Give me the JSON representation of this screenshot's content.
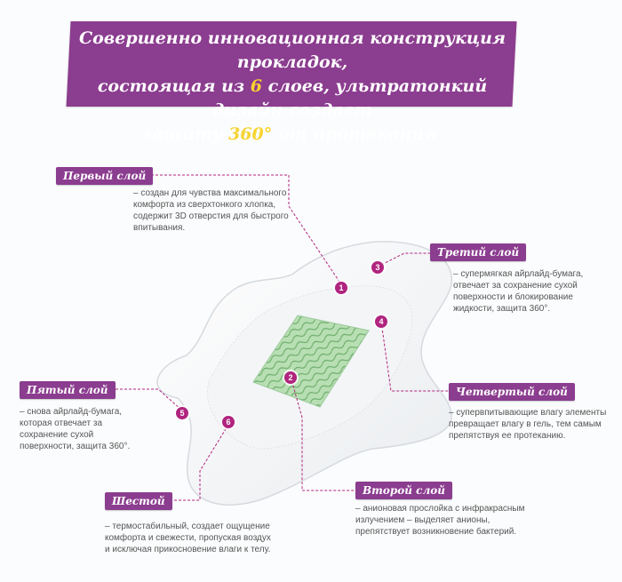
{
  "headline": {
    "line1": "Совершенно инновационная конструкция прокладок,",
    "line2_before": "состоящая из ",
    "line2_num": "6",
    "line2_after": " слоев, ультратонкий дизайн создает",
    "line3_before": "защиту ",
    "line3_num": "360°",
    "line3_after": " от протекания."
  },
  "layers": [
    {
      "tag": "Первый слой",
      "number": "1",
      "desc": [
        "–  создан для чувства максимального",
        "комфорта из сверхтонкого хлопка,",
        "содержит 3D отверстия для быстрого",
        "впитывания."
      ]
    },
    {
      "tag": "Второй слой",
      "number": "2",
      "desc": [
        "– анионовая прослойка с инфракрасным",
        "излучением – выделяет анионы,",
        "препятствует возникновение бактерий."
      ]
    },
    {
      "tag": "Третий слой",
      "number": "3",
      "desc": [
        "– супермягкая айрлайд-бумага,",
        "отвечает за сохранение сухой",
        "поверхности и блокирование",
        "жидкости, защита 360°."
      ]
    },
    {
      "tag": "Четвертый слой",
      "number": "4",
      "desc": [
        "– супервпитывающие влагу элементы",
        "превращает влагу в гель, тем самым",
        "препятствуя ее протеканию."
      ]
    },
    {
      "tag": "Пятый слой",
      "number": "5",
      "desc": [
        "– снова айрлайд-бумага,",
        "которая отвечает за",
        "сохранение сухой",
        "поверхности, защита 360°."
      ]
    },
    {
      "tag": "Шестой",
      "number": "6",
      "desc": [
        "– термостабильный, создает ощущение",
        "комфорта и свежести, пропуская воздух",
        "и исключая прикосновение влаги к телу."
      ]
    }
  ],
  "colors": {
    "accent": "#8b3d8f",
    "badge": "#b0247e",
    "highlight": "#f6d431",
    "core": "#9ccf9a"
  }
}
